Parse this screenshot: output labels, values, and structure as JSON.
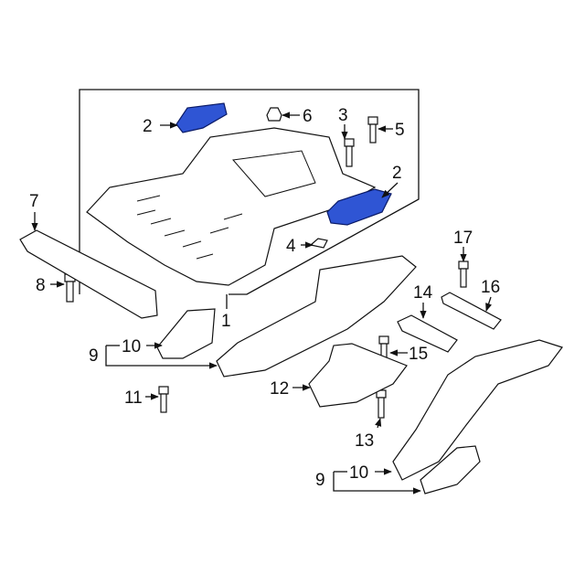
{
  "diagram": {
    "callouts": [
      {
        "id": "c2a",
        "text": "2"
      },
      {
        "id": "c6",
        "text": "6"
      },
      {
        "id": "c3",
        "text": "3"
      },
      {
        "id": "c5",
        "text": "5"
      },
      {
        "id": "c2b",
        "text": "2"
      },
      {
        "id": "c4",
        "text": "4"
      },
      {
        "id": "c7",
        "text": "7"
      },
      {
        "id": "c8",
        "text": "8"
      },
      {
        "id": "c1",
        "text": "1"
      },
      {
        "id": "c10a",
        "text": "10"
      },
      {
        "id": "c9a",
        "text": "9"
      },
      {
        "id": "c17",
        "text": "17"
      },
      {
        "id": "c16",
        "text": "16"
      },
      {
        "id": "c14",
        "text": "14"
      },
      {
        "id": "c15",
        "text": "15"
      },
      {
        "id": "c12",
        "text": "12"
      },
      {
        "id": "c11",
        "text": "11"
      },
      {
        "id": "c13",
        "text": "13"
      },
      {
        "id": "c10b",
        "text": "10"
      },
      {
        "id": "c9b",
        "text": "9"
      }
    ],
    "highlight_color": "#2f55d4"
  }
}
